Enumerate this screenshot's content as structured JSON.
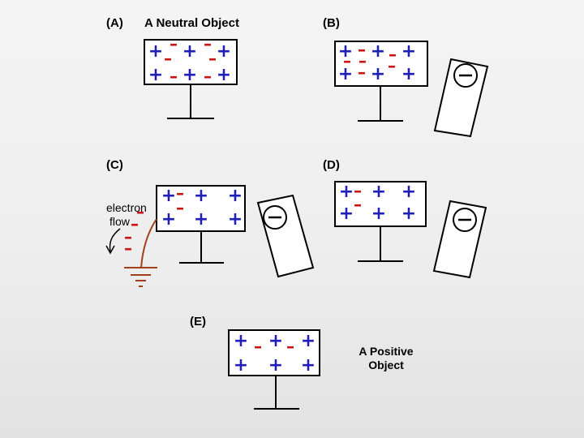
{
  "panels": {
    "a": {
      "label": "(A)",
      "title": "A Neutral Object"
    },
    "b": {
      "label": "(B)"
    },
    "c": {
      "label": "(C)",
      "flow_line1": "electron",
      "flow_line2": "flow"
    },
    "d": {
      "label": "(D)"
    },
    "e": {
      "label": "(E)",
      "caption_line1": "A Positive",
      "caption_line2": "Object"
    }
  },
  "symbols": {
    "plus": "+",
    "minus": "–"
  },
  "colors": {
    "positive": "#1f1fb8",
    "negative": "#cc1111",
    "ground": "#a0401a",
    "outline": "#000000"
  },
  "icons": {
    "ground": "ground-symbol-icon",
    "flow": "curved-arrow-icon"
  }
}
